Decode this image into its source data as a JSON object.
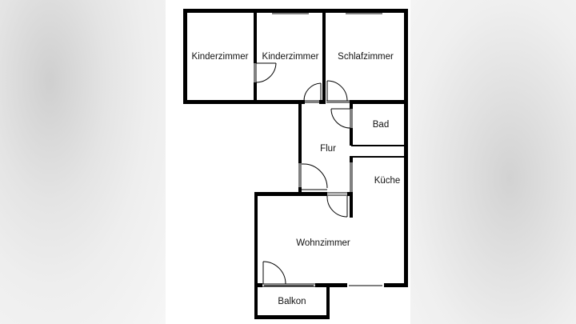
{
  "floor_plan": {
    "colors": {
      "wall": "#000000",
      "panel": "#ffffff",
      "background": "#e6e6e6"
    },
    "rooms": [
      {
        "id": "kinderzimmer-1",
        "label": "Kinderzimmer"
      },
      {
        "id": "kinderzimmer-2",
        "label": "Kinderzimmer"
      },
      {
        "id": "schlafzimmer",
        "label": "Schlafzimmer"
      },
      {
        "id": "bad",
        "label": "Bad"
      },
      {
        "id": "flur",
        "label": "Flur"
      },
      {
        "id": "kueche",
        "label": "Küche"
      },
      {
        "id": "wohnzimmer",
        "label": "Wohnzimmer"
      },
      {
        "id": "balkon",
        "label": "Balkon"
      }
    ]
  }
}
